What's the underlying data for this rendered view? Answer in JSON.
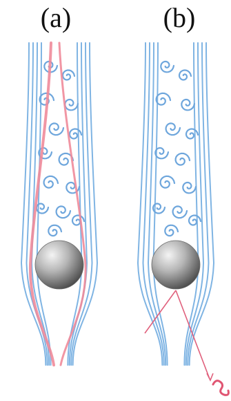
{
  "panels": [
    {
      "id": "a",
      "label": "(a)"
    },
    {
      "id": "b",
      "label": "(b)"
    }
  ],
  "colors": {
    "stream": "#7fb4e3",
    "eddy": "#6ea6dc",
    "ray": "#f08b9a",
    "ray_dark": "#e0607c",
    "sphere_light": "#f2f2f2",
    "sphere_mid": "#a9a9a9",
    "sphere_dark": "#4a4a4a",
    "squiggle": "#e05572"
  },
  "icons": [
    "sphere-icon",
    "squiggle-icon"
  ]
}
